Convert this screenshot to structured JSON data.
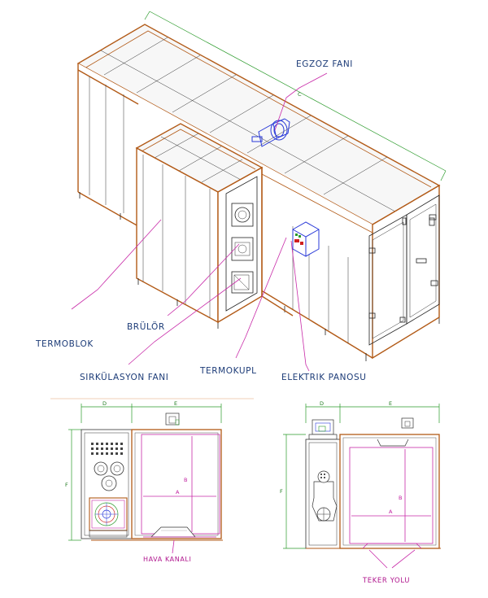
{
  "labels": {
    "exhaust_fan": "EGZOZ FANI",
    "termoblok": "TERMOBLOK",
    "burner": "BRÜLÖR",
    "circulation_fan": "SIRKÜLASYON FANI",
    "thermocouple": "TERMOKUPL",
    "electric_panel": "ELEKTRIK PANOSU",
    "air_channel": "HAVA KANALI",
    "wheel_path": "TEKER YOLU"
  },
  "dimensions": {
    "c": "C",
    "d_left": "D",
    "e_left": "E",
    "f_left": "F",
    "a_left": "A",
    "b_left": "B",
    "d_right": "D",
    "e_right": "E",
    "f_right": "F",
    "a_right": "A",
    "b_right": "B"
  },
  "colors": {
    "frame": "#b25a17",
    "label_blue": "#1d3c78",
    "leader_magenta": "#c82aa8",
    "dimension_green": "#2a9a2a",
    "fan_blue": "#2a3ad8"
  }
}
